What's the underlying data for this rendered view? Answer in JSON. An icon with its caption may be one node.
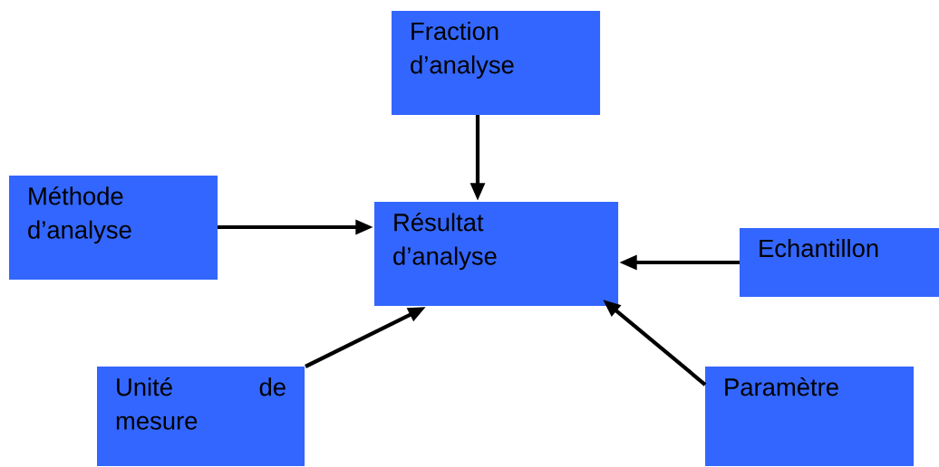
{
  "diagram": {
    "nodes": [
      {
        "text": [
          "Fraction d’analyse"
        ]
      },
      {
        "text": [
          "Méthode d’analyse"
        ]
      },
      {
        "text": [
          "Résultat d’analyse"
        ]
      },
      {
        "text": [
          "Echantillon"
        ]
      },
      {
        "text": [
          "Unité de mesure"
        ]
      },
      {
        "text": [
          "Paramètre"
        ]
      }
    ],
    "edges": [
      {
        "from": 0,
        "to": 2,
        "arrow": "to"
      },
      {
        "from": 1,
        "to": 2,
        "arrow": "to"
      },
      {
        "from": 3,
        "to": 2,
        "arrow": "to"
      },
      {
        "from": 4,
        "to": 2,
        "arrow": "to"
      },
      {
        "from": 5,
        "to": 2,
        "arrow": "to"
      }
    ]
  }
}
